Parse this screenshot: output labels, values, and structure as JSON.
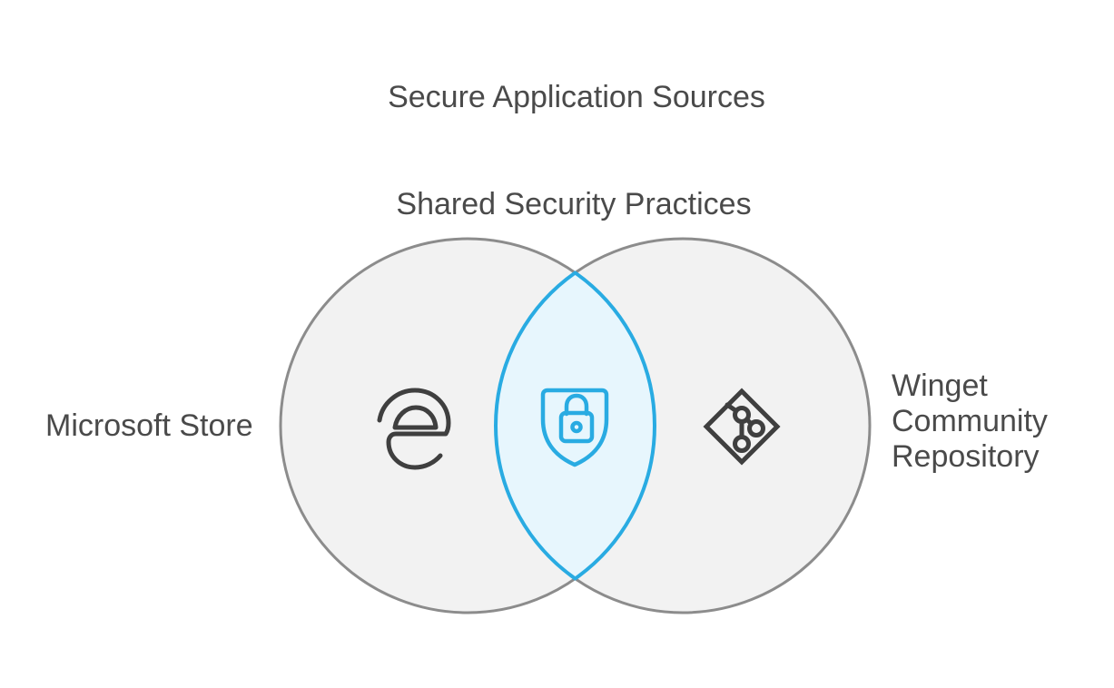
{
  "diagram": {
    "type": "venn",
    "title": "Secure Application Sources",
    "overlap": {
      "label": "Shared Security Practices",
      "icon": "shield-lock-icon"
    },
    "left_set": {
      "label": "Microsoft Store",
      "icon": "edge-browser-icon"
    },
    "right_set": {
      "label": "Winget Community Repository",
      "icon": "git-repository-icon"
    },
    "colors": {
      "circle_fill": "#f2f2f2",
      "circle_stroke": "#8c8c8c",
      "overlap_fill": "#e7f6fd",
      "overlap_stroke": "#29abe2",
      "icon_stroke": "#3f3f3f",
      "text": "#4a4a4a",
      "background": "#ffffff"
    }
  }
}
